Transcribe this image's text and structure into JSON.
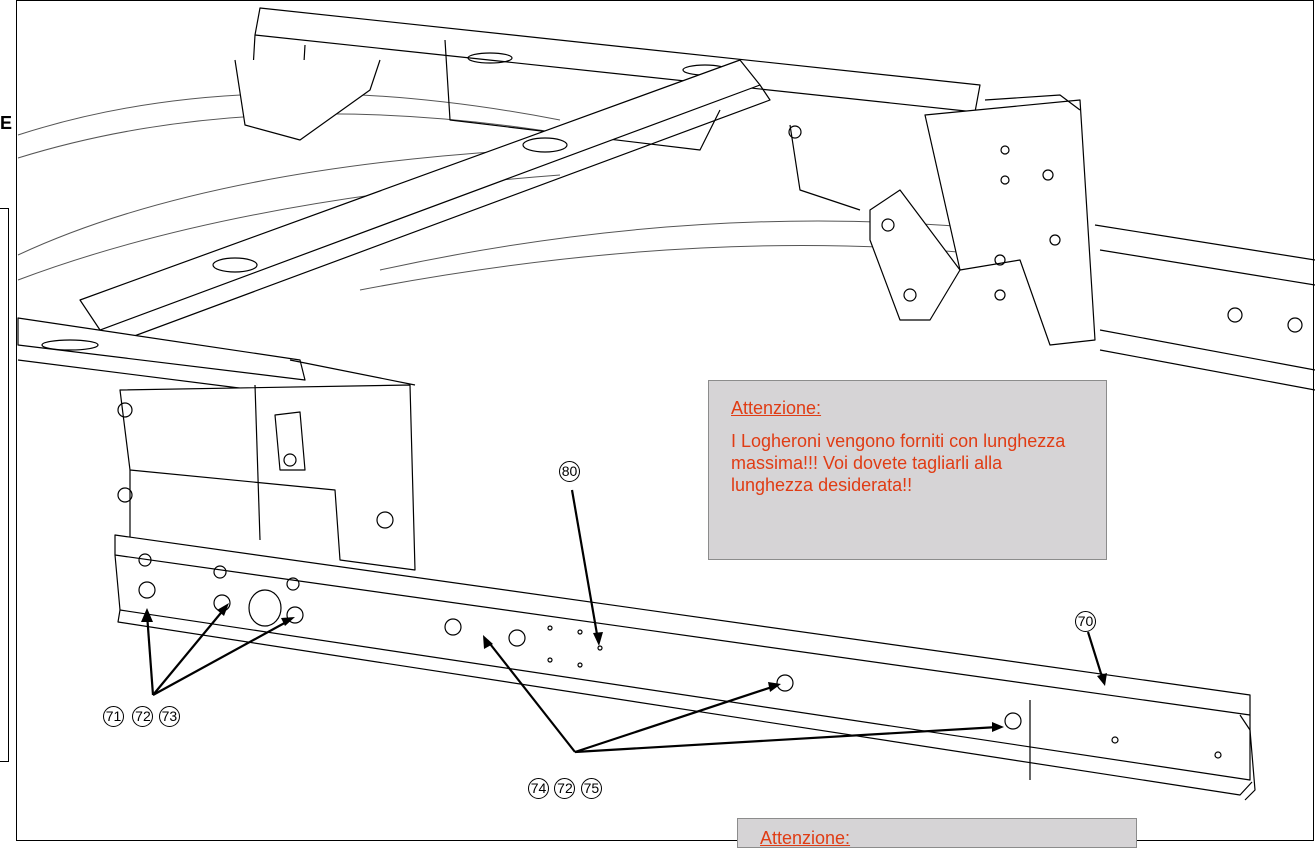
{
  "notes": {
    "main": {
      "title": "Attenzione:",
      "body": "I Logheroni vengono forniti con lunghezza massima!!! Voi dovete tagliarli alla lunghezza desiderata!!"
    },
    "bottom": {
      "title": "Attenzione:"
    }
  },
  "callouts": {
    "part_80": "80",
    "part_70": "70",
    "group_a": [
      "71",
      "72",
      "73"
    ],
    "group_b": [
      "74",
      "72",
      "75"
    ]
  },
  "corner_mark": "E",
  "colors": {
    "note_text": "#e03c14",
    "note_bg": "#d6d4d6",
    "line": "#000000"
  }
}
